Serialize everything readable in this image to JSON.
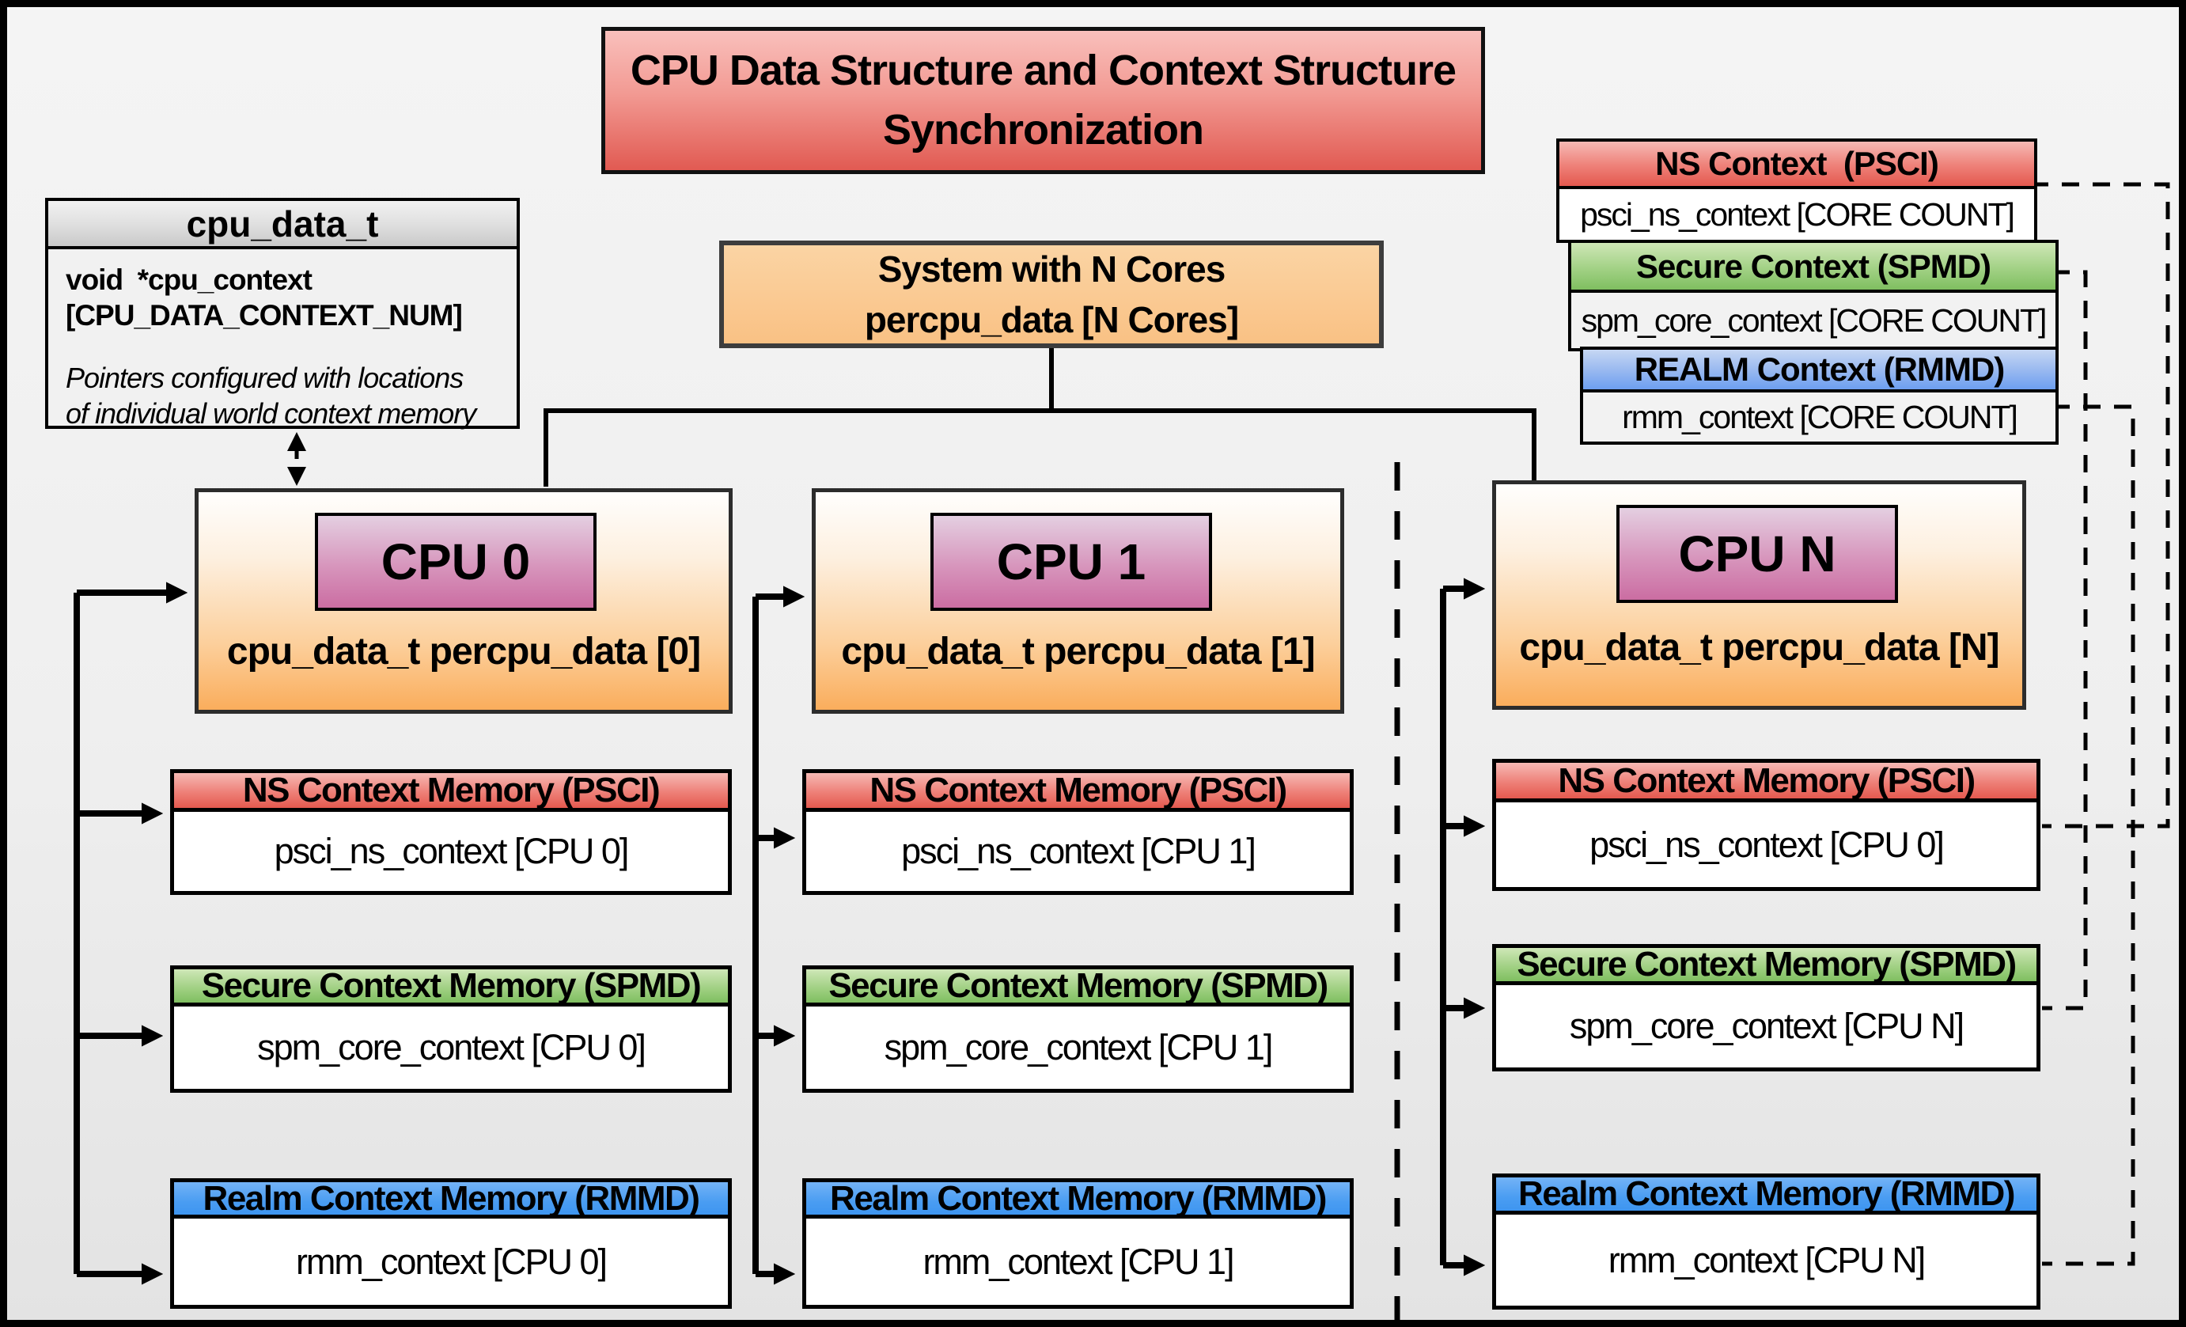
{
  "title": {
    "line1": "CPU Data Structure and Context Structure",
    "line2": "Synchronization"
  },
  "struct_box": {
    "header": "cpu_data_t",
    "field_line1": "void  *cpu_context",
    "field_line2": "[CPU_DATA_CONTEXT_NUM]",
    "note_line1": "Pointers configured with locations",
    "note_line2": "of individual world context memory"
  },
  "system_box": {
    "line1": "System with N Cores",
    "line2": "percpu_data [N Cores]"
  },
  "legend": {
    "ns": {
      "title": "NS Context  (PSCI)",
      "body": "psci_ns_context [CORE COUNT]"
    },
    "secure": {
      "title": "Secure Context (SPMD)",
      "body": "spm_core_context [CORE COUNT]"
    },
    "realm": {
      "title": "REALM Context (RMMD)",
      "body": "rmm_context [CORE COUNT]"
    }
  },
  "cpus": [
    {
      "label": "CPU 0",
      "data_text": "cpu_data_t percpu_data [0]",
      "ns_header": "NS Context Memory (PSCI)",
      "ns_body": "psci_ns_context [CPU 0]",
      "secure_header": "Secure Context Memory (SPMD)",
      "secure_body": "spm_core_context [CPU 0]",
      "realm_header": "Realm Context Memory (RMMD)",
      "realm_body": "rmm_context [CPU 0]"
    },
    {
      "label": "CPU 1",
      "data_text": "cpu_data_t percpu_data [1]",
      "ns_header": "NS Context Memory (PSCI)",
      "ns_body": "psci_ns_context [CPU 1]",
      "secure_header": "Secure Context Memory (SPMD)",
      "secure_body": "spm_core_context [CPU 1]",
      "realm_header": "Realm Context Memory (RMMD)",
      "realm_body": "rmm_context [CPU 1]"
    },
    {
      "label": "CPU N",
      "data_text": "cpu_data_t percpu_data [N]",
      "ns_header": "NS Context Memory (PSCI)",
      "ns_body": "psci_ns_context [CPU 0]",
      "secure_header": "Secure Context Memory (SPMD)",
      "secure_body": "spm_core_context [CPU N]",
      "realm_header": "Realm Context Memory (RMMD)",
      "realm_body": "rmm_context [CPU N]"
    }
  ],
  "colors": {
    "title_red_top": "#f9c0bc",
    "title_red_bottom": "#e15a52",
    "ns_red_top": "#f6b9b4",
    "ns_red_bottom": "#e4594f",
    "secure_green_top": "#cfe7b7",
    "secure_green_bottom": "#7fbf60",
    "realm_blue_top": "#74b3f6",
    "realm_blue_bottom": "#3e95f0",
    "cpu_orange_top": "#fffefd",
    "cpu_orange_bottom": "#faad5c",
    "cpu_label_pink_top": "#e4cfe1",
    "cpu_label_pink_bottom": "#cb6da2",
    "system_orange": "#f9c184",
    "background": "#efefef",
    "line_black": "#000000"
  }
}
